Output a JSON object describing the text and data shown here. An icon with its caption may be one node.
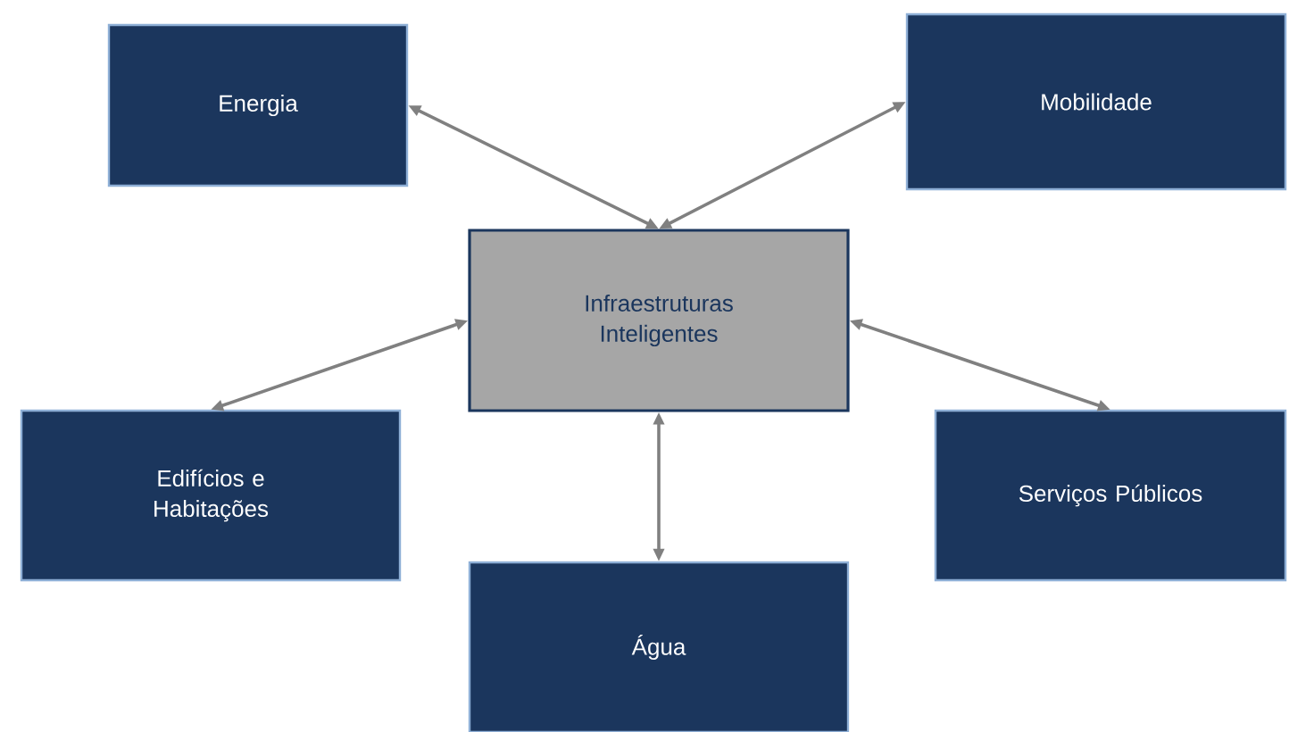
{
  "diagram": {
    "nodes": [
      {
        "text": [
          "Energia"
        ]
      },
      {
        "text": [
          "Mobilidade"
        ]
      },
      {
        "text": [
          "Infraestruturas Inteligentes"
        ]
      },
      {
        "text": [
          "Edifícios e Habitações"
        ]
      },
      {
        "text": [
          "Serviços Públicos"
        ]
      },
      {
        "text": [
          "Água"
        ]
      }
    ],
    "edges": [
      {
        "from": 0,
        "to": 2,
        "arrow": "both"
      },
      {
        "from": 1,
        "to": 2,
        "arrow": "both"
      },
      {
        "from": 3,
        "to": 2,
        "arrow": "both"
      },
      {
        "from": 4,
        "to": 2,
        "arrow": "both"
      },
      {
        "from": 5,
        "to": 2,
        "arrow": "both"
      }
    ]
  }
}
